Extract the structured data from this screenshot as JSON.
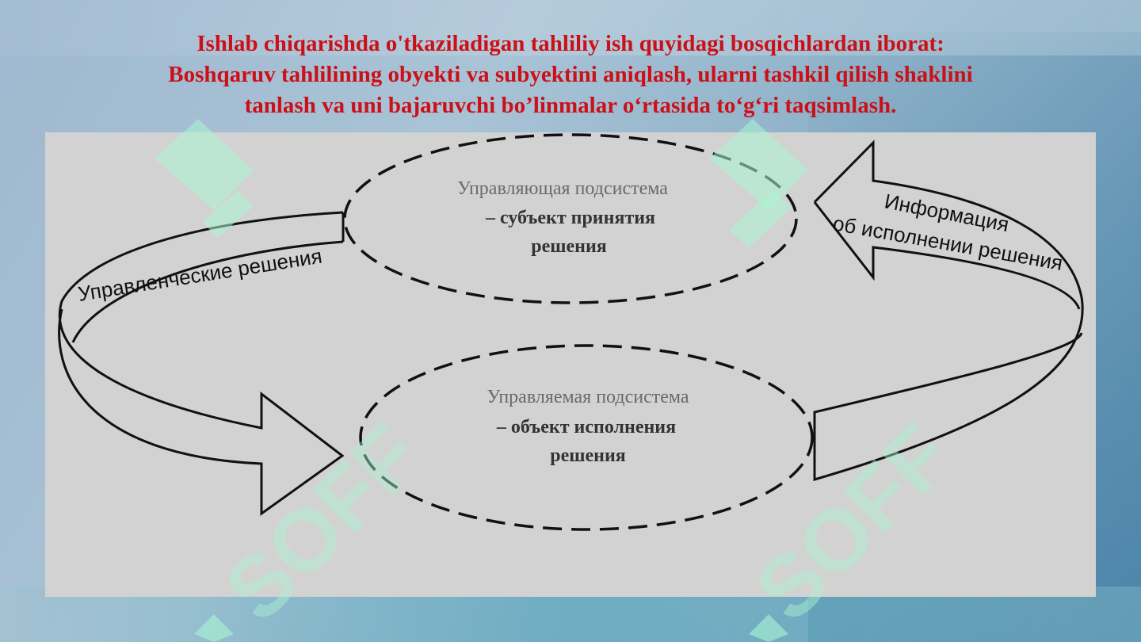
{
  "title": {
    "line1": "Ishlab chiqarishda o'tkaziladigan tahliliy ish quyidagi bosqichlardan iborat:",
    "line2": "Boshqaruv  tahlilining obyekti va subyektini aniqlash, ularni tashkil qilish shaklini",
    "line3": "tanlash va uni bajaruvchi bo’linmalar o‘rtasida to‘g‘ri taqsimlash."
  },
  "diagram": {
    "top_ellipse": {
      "line1": "Управляющая подсистема",
      "line2": "–    субъект принятия",
      "line3": "решения"
    },
    "bottom_ellipse": {
      "line1": "Управляемая подсистема",
      "line2": "–    объект исполнения",
      "line3": "решения"
    },
    "left_arrow_label": "Управленческие решения",
    "right_arrow_label_line1": "Информация",
    "right_arrow_label_line2": "об исполнении решения"
  },
  "watermark": "SOFF",
  "colors": {
    "title": "#cc1018",
    "panel": "#d2d2d2",
    "watermark": "#aaf5d2"
  }
}
